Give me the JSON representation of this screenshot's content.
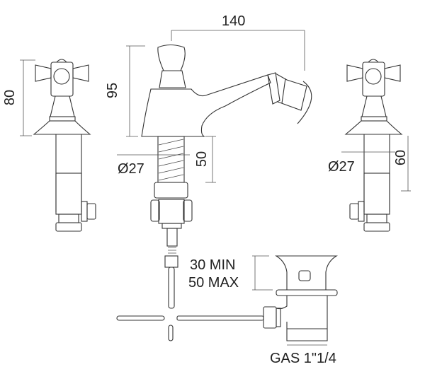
{
  "dimensions": {
    "spout_reach": "140",
    "mixer_height": "95",
    "tap_height": "80",
    "mixer_shank_length": "50",
    "tap_shank_length": "60",
    "mixer_diameter": "Ø27",
    "tap_diameter": "Ø27",
    "waste_min": "30 MIN",
    "waste_max": "50 MAX",
    "waste_thread": "GAS 1\"1/4"
  }
}
